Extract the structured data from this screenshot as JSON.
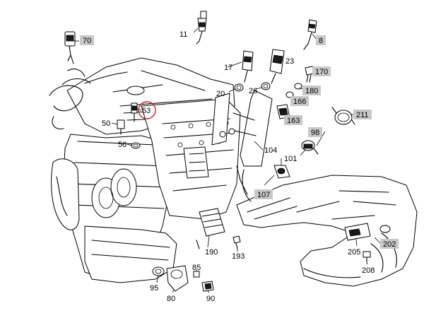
{
  "diagram": {
    "highlight_color": "#c0282d",
    "callout_box_color": "#c8c8c8",
    "callouts": [
      {
        "id": "70",
        "boxed": true
      },
      {
        "id": "11",
        "boxed": false
      },
      {
        "id": "8",
        "boxed": true
      },
      {
        "id": "17",
        "boxed": false
      },
      {
        "id": "23",
        "boxed": false
      },
      {
        "id": "170",
        "boxed": true
      },
      {
        "id": "20",
        "boxed": false
      },
      {
        "id": "26",
        "boxed": false
      },
      {
        "id": "180",
        "boxed": true
      },
      {
        "id": "166",
        "boxed": true
      },
      {
        "id": "211",
        "boxed": true
      },
      {
        "id": "53",
        "boxed": false,
        "highlighted": true
      },
      {
        "id": "50",
        "boxed": false
      },
      {
        "id": "163",
        "boxed": true
      },
      {
        "id": "98",
        "boxed": true
      },
      {
        "id": "56",
        "boxed": false
      },
      {
        "id": "104",
        "boxed": false
      },
      {
        "id": "101",
        "boxed": false
      },
      {
        "id": "107",
        "boxed": true
      },
      {
        "id": "202",
        "boxed": true
      },
      {
        "id": "190",
        "boxed": false
      },
      {
        "id": "193",
        "boxed": false
      },
      {
        "id": "205",
        "boxed": false
      },
      {
        "id": "85",
        "boxed": false
      },
      {
        "id": "208",
        "boxed": false
      },
      {
        "id": "95",
        "boxed": false
      },
      {
        "id": "80",
        "boxed": false
      },
      {
        "id": "90",
        "boxed": false
      }
    ]
  }
}
